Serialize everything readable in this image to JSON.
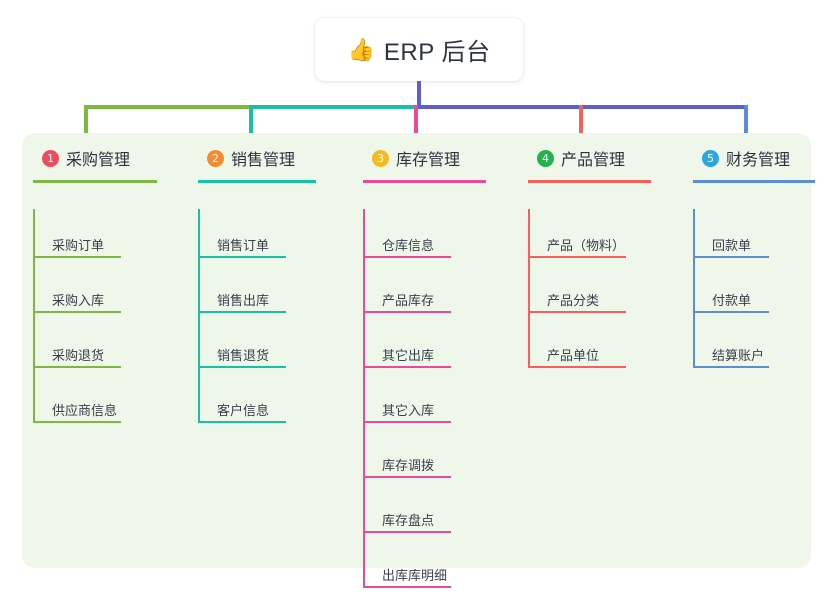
{
  "title": {
    "emoji": "👍",
    "emoji_name": "thumbs-up-icon",
    "text": "ERP 后台"
  },
  "colors": {
    "background": "#ffffff",
    "panel": "#eef7e9",
    "stem": "#5b5fd0",
    "col1": "#7cb943",
    "col2": "#1bbfa4",
    "col3": "#e84b9a",
    "col4": "#f4615c",
    "col5": "#5b8ed6",
    "badge1": "#ef4b5e",
    "badge2": "#f58a30",
    "badge3": "#f5bb1d",
    "badge4": "#22b24c",
    "badge5": "#2aa7e0"
  },
  "columns": [
    {
      "index": "1",
      "title": "采购管理",
      "badge_color": "#ef4b5e",
      "line_color": "#7cb943",
      "items": [
        "采购订单",
        "采购入库",
        "采购退货",
        "供应商信息"
      ]
    },
    {
      "index": "2",
      "title": "销售管理",
      "badge_color": "#f58a30",
      "line_color": "#1bbfa4",
      "items": [
        "销售订单",
        "销售出库",
        "销售退货",
        "客户信息"
      ]
    },
    {
      "index": "3",
      "title": "库存管理",
      "badge_color": "#f5bb1d",
      "line_color": "#e84b9a",
      "items": [
        "仓库信息",
        "产品库存",
        "其它出库",
        "其它入库",
        "库存调拨",
        "库存盘点",
        "出库库明细"
      ]
    },
    {
      "index": "4",
      "title": "产品管理",
      "badge_color": "#22b24c",
      "line_color": "#f4615c",
      "items": [
        "产品（物料）",
        "产品分类",
        "产品单位"
      ]
    },
    {
      "index": "5",
      "title": "财务管理",
      "badge_color": "#2aa7e0",
      "line_color": "#5b8ed6",
      "items": [
        "回款单",
        "付款单",
        "结算账户"
      ]
    }
  ]
}
